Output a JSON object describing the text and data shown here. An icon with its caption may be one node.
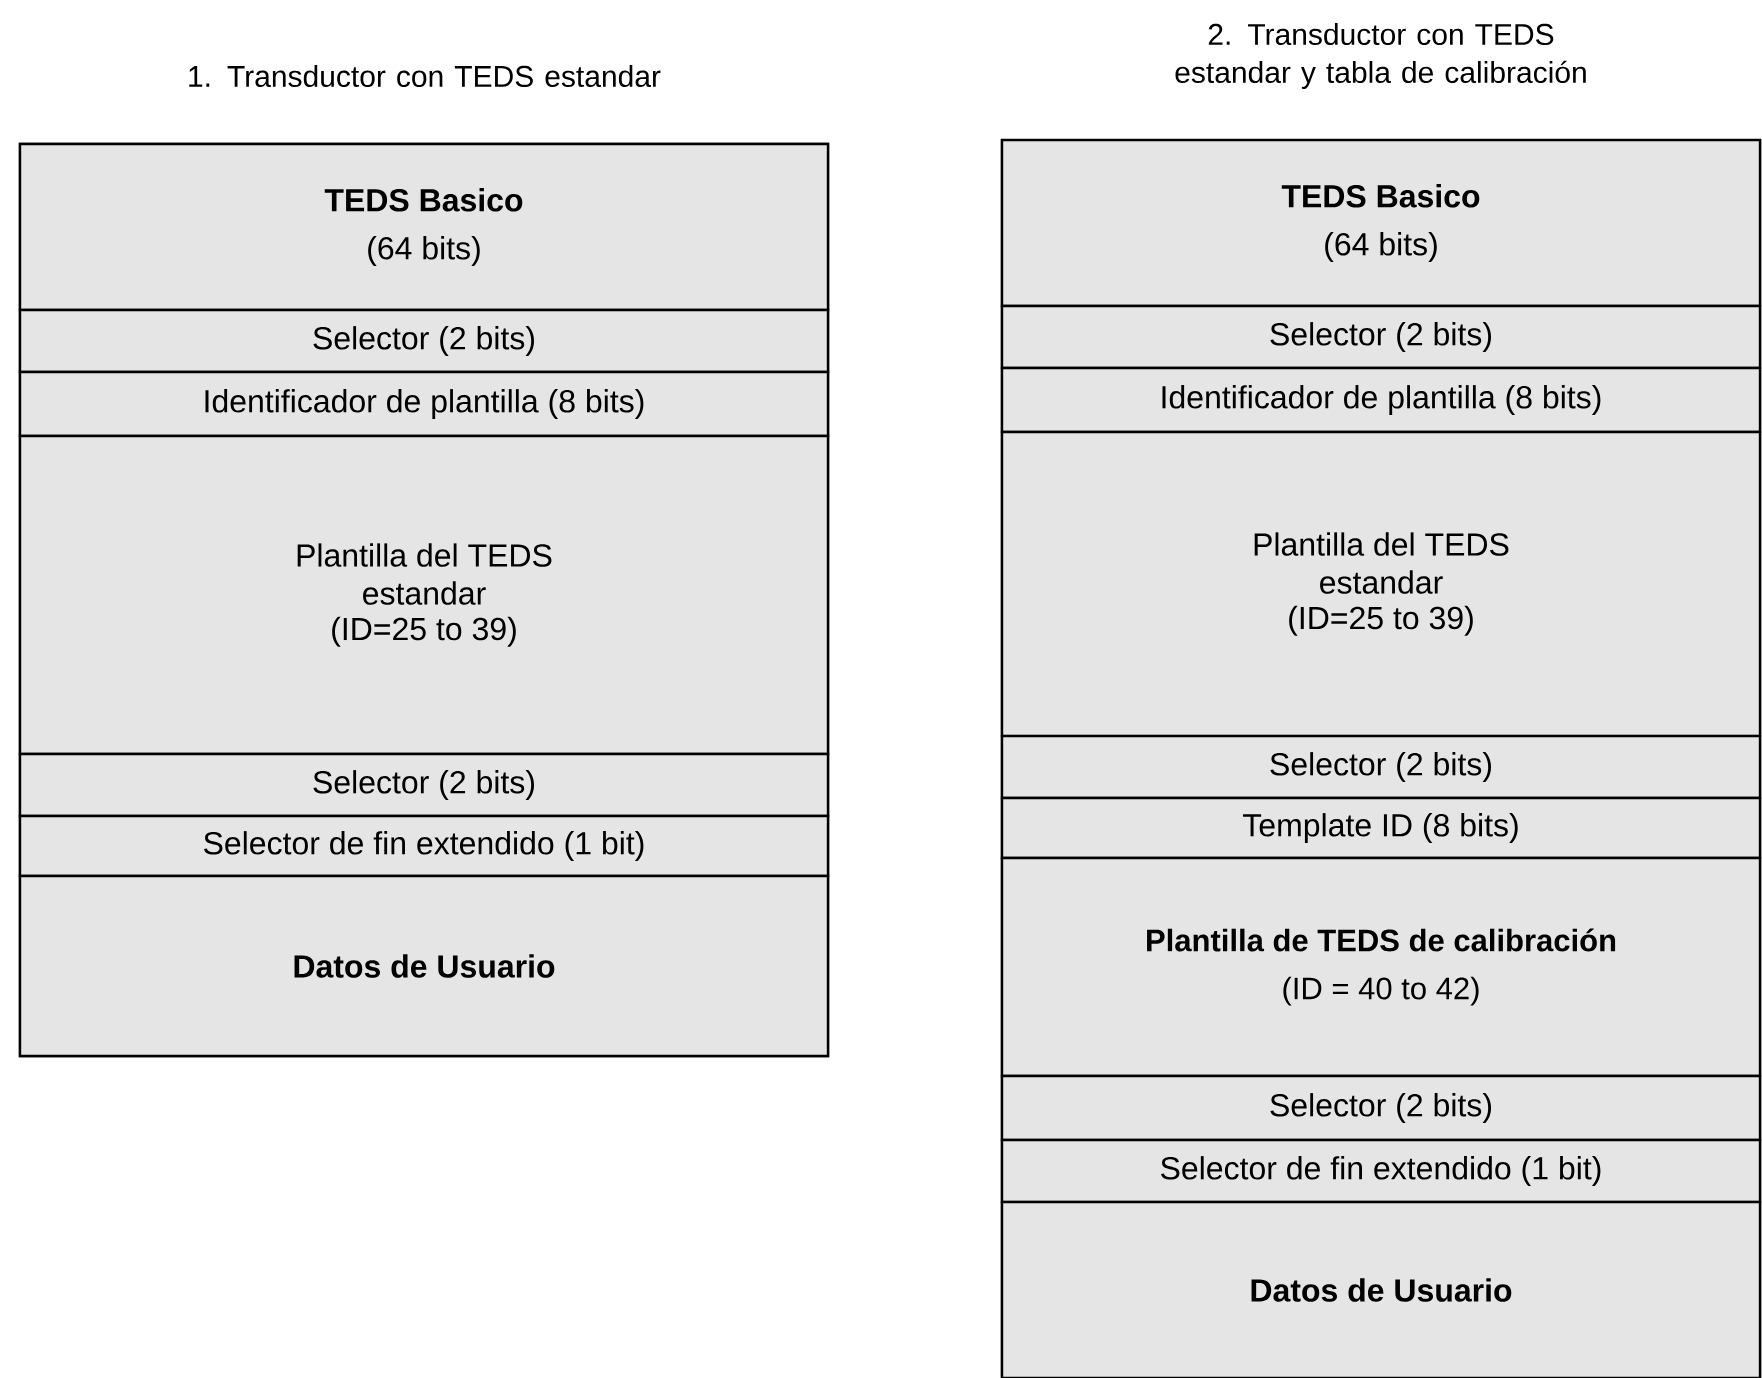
{
  "diagram": {
    "nodes": [
      {
        "text": [
          "1. Transductor con TEDS estandar"
        ]
      },
      {
        "text": [
          "TEDS Basico",
          "(64 bits)"
        ],
        "in": 0
      },
      {
        "text": [
          "Selector (2 bits)"
        ],
        "in": 0
      },
      {
        "text": [
          "Identificador de plantilla (8 bits)"
        ],
        "in": 0
      },
      {
        "text": [
          "Plantilla del TEDS estandar",
          "(ID=25 to 39)"
        ],
        "in": 0
      },
      {
        "text": [
          "Selector (2 bits)"
        ],
        "in": 0
      },
      {
        "text": [
          "Selector de fin extendido (1 bit)"
        ],
        "in": 0
      },
      {
        "text": [
          "Datos de Usuario"
        ],
        "in": 0
      },
      {
        "text": [
          "2. Transductor con TEDS estandar y tabla de calibración"
        ]
      },
      {
        "text": [
          "TEDS Basico",
          "(64 bits)"
        ],
        "in": 8
      },
      {
        "text": [
          "Selector (2 bits)"
        ],
        "in": 8
      },
      {
        "text": [
          "Identificador de plantilla (8 bits)"
        ],
        "in": 8
      },
      {
        "text": [
          "Plantilla del TEDS estandar",
          "(ID=25 to 39)"
        ],
        "in": 8
      },
      {
        "text": [
          "Selector (2 bits)"
        ],
        "in": 8
      },
      {
        "text": [
          "Template ID (8 bits)"
        ],
        "in": 8
      },
      {
        "text": [
          "Plantilla de TEDS de calibración",
          "(ID = 40 to 42)"
        ],
        "in": 8
      },
      {
        "text": [
          "Selector (2 bits)"
        ],
        "in": 8
      },
      {
        "text": [
          "Selector de fin extendido (1 bit)"
        ],
        "in": 8
      },
      {
        "text": [
          "Datos de Usuario"
        ],
        "in": 8
      }
    ]
  }
}
